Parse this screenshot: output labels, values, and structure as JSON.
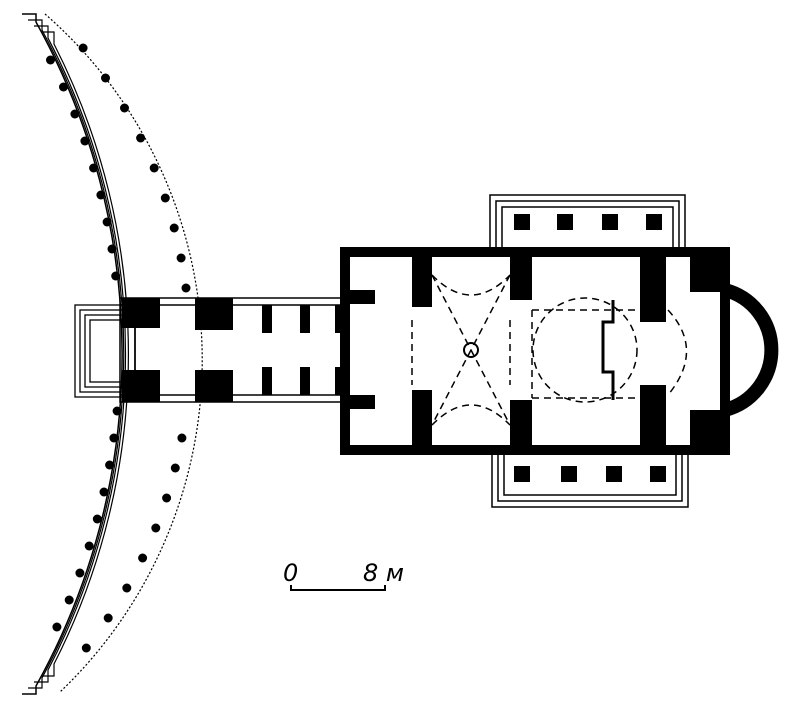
{
  "diagram": {
    "type": "architectural floor plan",
    "colors": {
      "ink": "#000000",
      "paper": "#ffffff"
    },
    "scale_bar": {
      "start_label": "0",
      "end_label": "8 м"
    }
  }
}
